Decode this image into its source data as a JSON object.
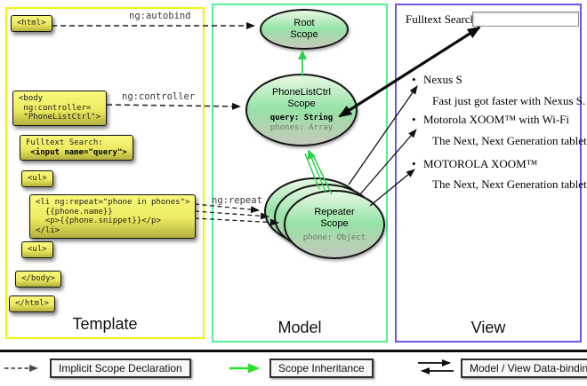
{
  "colors": {
    "template_border": "#f2f20c",
    "model_border": "#55f095",
    "view_border": "#6a57e6",
    "inheritance_green": "#2fd14f",
    "legend_green": "#28e228"
  },
  "panels": {
    "template": "Template",
    "model": "Model",
    "view": "View"
  },
  "arrow_labels": {
    "autobind": "ng:autobind",
    "controller": "ng:controller",
    "repeat": "ng:repeat"
  },
  "template_code": {
    "html_open": "<html>",
    "body_open_1": "<body",
    "body_open_2": " ng:controller=",
    "body_open_3": " \"PhoneListCtrl\">",
    "fulltext_1": "Fulltext Search:",
    "fulltext_2": " <input name=\"query\">",
    "ul_open": "<ul>",
    "li_1": "<li ng:repeat=\"phone in phones\">",
    "li_2": "  {{phone.name}}",
    "li_3": "  <p>{{phone.snippet}}</p>",
    "li_4": "</li>",
    "ul_close": "<ul>",
    "body_close": "</body>",
    "html_close": "</html>"
  },
  "model_scopes": {
    "root": {
      "name_1": "Root",
      "name_2": "Scope"
    },
    "phonelist": {
      "name_1": "PhoneListCtrl",
      "name_2": "Scope",
      "prop_query": "query: String",
      "prop_phones": "phones: Array"
    },
    "repeater": {
      "name_1": "Repeater",
      "name_2": "Scope",
      "prop_phone": "phone: Object"
    }
  },
  "view_content": {
    "search_label": "Fulltext Search:",
    "search_value": "",
    "bullet": "•",
    "items": [
      {
        "title": "Nexus S",
        "desc": "Fast just got faster with Nexus S."
      },
      {
        "title": "Motorola XOOM™ with Wi-Fi",
        "desc": "The Next, Next Generation tablet."
      },
      {
        "title": "MOTOROLA XOOM™",
        "desc": "The Next, Next Generation tablet."
      }
    ]
  },
  "legend": {
    "implicit_label": "Implicit Scope Declaration",
    "inheritance_label": "Scope Inheritance",
    "databinding_label": "Model / View Data-binding"
  }
}
